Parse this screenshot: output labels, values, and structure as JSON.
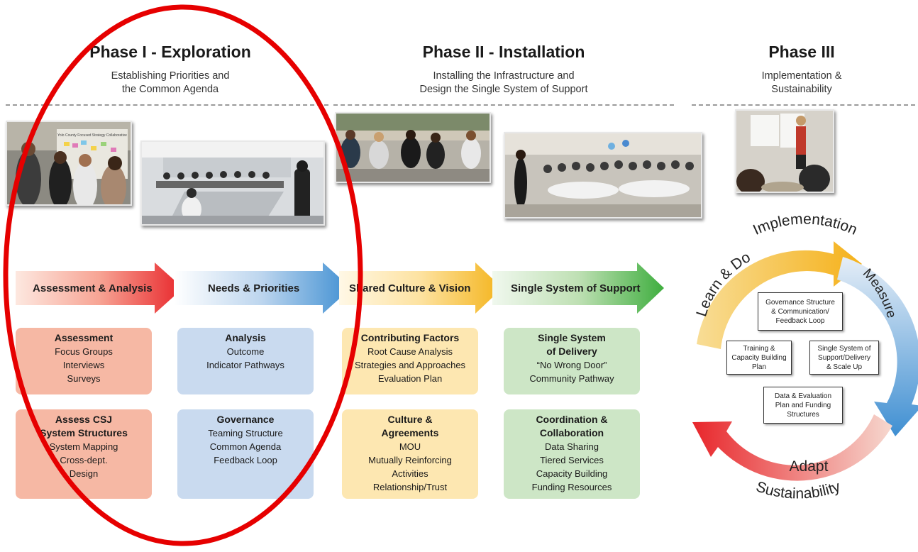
{
  "phases": [
    {
      "title": "Phase I - Exploration",
      "subtitle": [
        "Establishing Priorities and",
        "the Common Agenda"
      ]
    },
    {
      "title": "Phase II - Installation",
      "subtitle": [
        "Installing the Infrastructure and",
        "Design the Single System of Support"
      ]
    },
    {
      "title": "Phase III",
      "subtitle": [
        "Implementation &",
        "Sustainability"
      ]
    }
  ],
  "photo_sign_text": "Yolo County Focused Strategy Collaborative",
  "arrows": [
    {
      "label": "Assessment & Analysis",
      "color": "#e8262b"
    },
    {
      "label": "Needs & Priorities",
      "color": "#3f8fd2"
    },
    {
      "label": "Shared Culture & Vision",
      "color": "#f4b41c"
    },
    {
      "label": "Single System of Support",
      "color": "#3fae3f"
    }
  ],
  "boxes": [
    {
      "title": "Assessment",
      "lines": [
        "Focus Groups",
        "Interviews",
        "Surveys"
      ]
    },
    {
      "title": "Analysis",
      "lines": [
        "Outcome",
        "Indicator Pathways"
      ]
    },
    {
      "title": "Contributing Factors",
      "lines": [
        "Root Cause Analysis",
        "Strategies and Approaches",
        "Evaluation Plan"
      ]
    },
    {
      "title": "Single System",
      "title2": "of Delivery",
      "lines": [
        "“No Wrong Door”",
        "Community Pathway"
      ]
    },
    {
      "title": "Assess CSJ",
      "title2": "System Structures",
      "lines": [
        "System Mapping",
        "Cross-dept.",
        "Design"
      ]
    },
    {
      "title": "Governance",
      "lines": [
        "Teaming Structure",
        "Common Agenda",
        "Feedback Loop"
      ]
    },
    {
      "title": "Culture &",
      "title2": "Agreements",
      "lines": [
        "MOU",
        "Mutually Reinforcing",
        "Activities",
        "Relationship/Trust"
      ]
    },
    {
      "title": "Coordination &",
      "title2": "Collaboration",
      "lines": [
        "Data Sharing",
        "Tiered Services",
        "Capacity Building",
        "Funding Resources"
      ]
    }
  ],
  "cycle": {
    "labels": {
      "top": "Implementation",
      "right": "Measure",
      "bottom_arc": "Adapt",
      "left": "Learn & Do",
      "bottom": "Sustainability"
    },
    "center_boxes": [
      {
        "lines": [
          "Governance Structure",
          "& Communication/",
          "Feedback Loop"
        ]
      },
      {
        "lines": [
          "Training &",
          "Capacity Building",
          "Plan"
        ]
      },
      {
        "lines": [
          "Single System of",
          "Support/Delivery",
          "& Scale Up"
        ]
      },
      {
        "lines": [
          "Data & Evaluation",
          "Plan and Funding",
          "Structures"
        ]
      }
    ]
  },
  "highlight_color": "#e60000"
}
